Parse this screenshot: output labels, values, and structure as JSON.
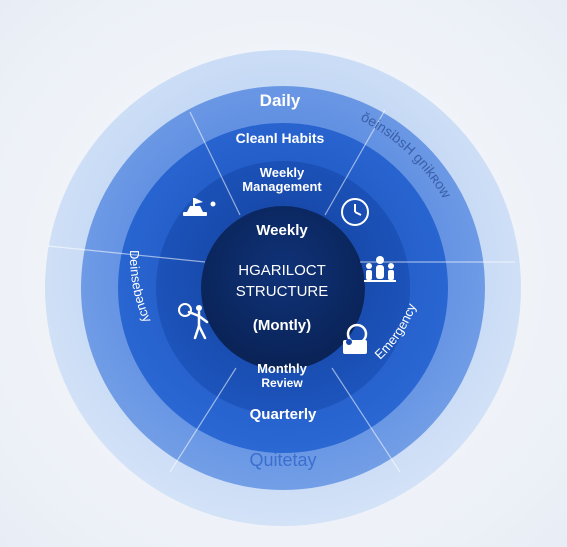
{
  "rings": {
    "outer_top": "Daily",
    "outer_bottom": "Quitetay",
    "outer_right": "ŏeinsibsH gnikʀow",
    "outer_left": "Deinsebəuɔy",
    "ring2_top": "Cleanl Habits",
    "ring2_bottom": "Quarterly",
    "ring2_right": "Emergency",
    "ring3_top_line1": "Weekly",
    "ring3_top_line2": "Management",
    "ring3_bottom_line1": "Monthly",
    "ring3_bottom_line2": "Review"
  },
  "center": {
    "top": "Weekly",
    "title_line1": "HGARILOCT",
    "title_line2": "STRUCTURE",
    "bottom": "(Montly)"
  },
  "icons": [
    "ship-icon",
    "clock-icon",
    "family-icon",
    "person-walking-icon",
    "shield-person-icon"
  ],
  "colors": {
    "ring_outer": "#bcd3f2",
    "ring_2": "#4f82de",
    "ring_3": "#1f5cc9",
    "ring_4": "#1747a8",
    "core": "#0d2b6b",
    "text_light": "#ffffff"
  }
}
